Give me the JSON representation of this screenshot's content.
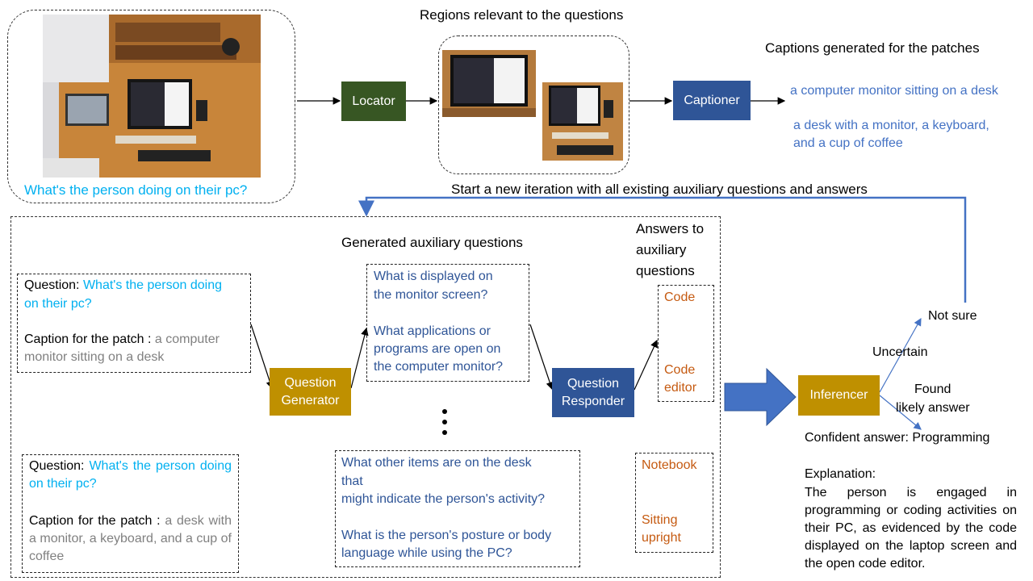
{
  "top": {
    "input_question": "What's the person doing on their pc?",
    "regions_title": "Regions relevant to the questions",
    "captions_title": "Captions generated for the patches",
    "caption_1": "a computer monitor sitting on a desk",
    "caption_2_line1": "a desk with a monitor, a keyboard,",
    "caption_2_line2": "and a cup of coffee",
    "iteration_label": "Start a new iteration with all existing auxiliary questions and answers"
  },
  "blocks": {
    "locator": "Locator",
    "captioner": "Captioner",
    "question_generator_line1": "Question",
    "question_generator_line2": "Generator",
    "question_responder_line1": "Question",
    "question_responder_line2": "Responder",
    "inferencer": "Inferencer"
  },
  "inputs": {
    "box1": {
      "question_label": "Question: ",
      "question_text_line1": "What's the person doing",
      "question_text_line2": "on their pc?",
      "caption_label": "Caption for the patch : ",
      "caption_text_line1": "a computer",
      "caption_text_line2": "monitor sitting on a desk"
    },
    "box2": {
      "question_label": "Question: ",
      "question_text": "What's the person doing on their pc?",
      "caption_label": "Caption for the patch : ",
      "caption_text": "a desk with a monitor, a keyboard,  and a cup of coffee"
    }
  },
  "aux": {
    "title": "Generated auxiliary questions",
    "box1_q1_line1": "What is displayed on",
    "box1_q1_line2": "the monitor screen?",
    "box1_q2_line1": "What applications or",
    "box1_q2_line2": "programs are open on",
    "box1_q2_line3": "the computer monitor?",
    "box2_q1_line1": "What other items are on the desk",
    "box2_q1_line2": "that",
    "box2_q1_line3": "might indicate the person's activity?",
    "box2_q2_line1": "What is the person's posture or body",
    "box2_q2_line2": "language while using the PC?"
  },
  "answers": {
    "title_line1": "Answers to",
    "title_line2": "auxiliary",
    "title_line3": "questions",
    "box1_a1": "Code",
    "box1_a2_line1": "Code",
    "box1_a2_line2": "editor",
    "box2_a1": "Notebook",
    "box2_a2_line1": "Sitting",
    "box2_a2_line2": "upright"
  },
  "inference": {
    "not_sure": "Not sure",
    "uncertain": "Uncertain",
    "found_line1": "Found",
    "found_line2": "likely answer",
    "confident": "Confident answer: Programming",
    "explanation_label": "Explanation:",
    "explanation_text": "The person is engaged in programming or coding activities on their PC, as evidenced by the code displayed on the laptop screen and the open code editor."
  },
  "colors": {
    "locator": "#375623",
    "captioner": "#2f5597",
    "generator": "#bf9000",
    "question_cyan": "#00b0f0",
    "aux_navy": "#2f5597",
    "answer_orange": "#c55a11",
    "feedback_arrow": "#4472c4"
  }
}
